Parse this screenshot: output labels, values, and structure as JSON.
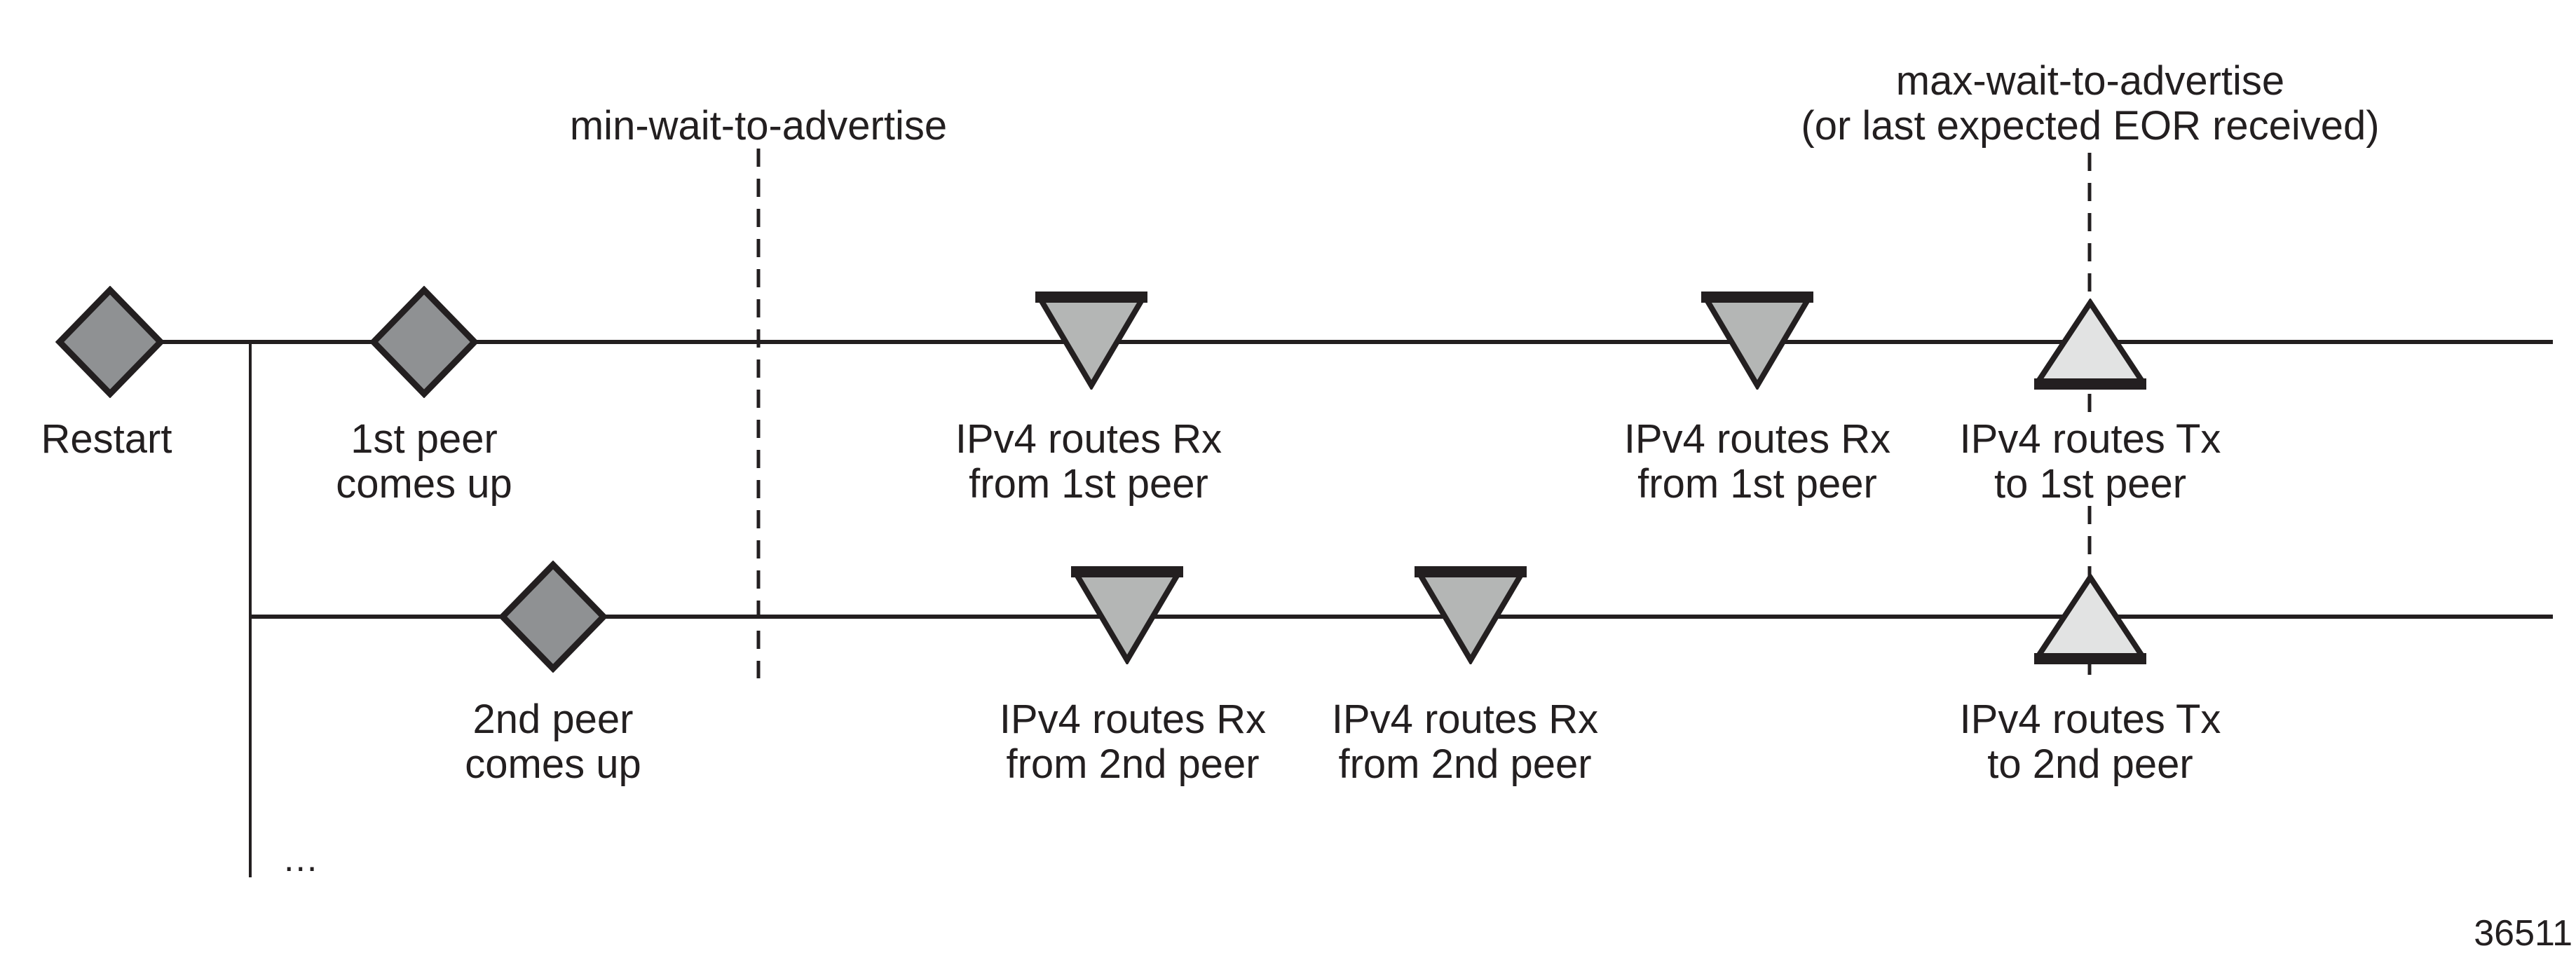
{
  "diagram": {
    "background": "#ffffff",
    "ink": "#231f20",
    "annotations": {
      "min_wait": "min-wait-to-advertise",
      "max_wait_line1": "max-wait-to-advertise",
      "max_wait_line2": "(or last expected EOR received)",
      "continuation_ellipsis": "...",
      "figure_number": "36511"
    },
    "markers": {
      "diamond_fill": "#8f9193",
      "triangle_down_fill": "#b4b6b5",
      "triangle_up_fill": "#e2e3e3",
      "outline": "#231f20"
    },
    "timeline1": {
      "name": "1st peer timeline",
      "events": [
        {
          "marker": "diamond",
          "label": [
            "Restart"
          ]
        },
        {
          "marker": "diamond",
          "label": [
            "1st peer",
            "comes up"
          ]
        },
        {
          "marker": "triangle-down",
          "label": [
            "IPv4 routes Rx",
            "from 1st peer"
          ]
        },
        {
          "marker": "triangle-down",
          "label": [
            "IPv4 routes Rx",
            "from 1st peer"
          ]
        },
        {
          "marker": "triangle-up",
          "label": [
            "IPv4 routes Tx",
            "to 1st peer"
          ]
        }
      ]
    },
    "timeline2": {
      "name": "2nd peer timeline",
      "events": [
        {
          "marker": "diamond",
          "label": [
            "2nd peer",
            "comes up"
          ]
        },
        {
          "marker": "triangle-down",
          "label": [
            "IPv4 routes Rx",
            "from 2nd peer"
          ]
        },
        {
          "marker": "triangle-down",
          "label": [
            "IPv4 routes Rx",
            "from 2nd peer"
          ]
        },
        {
          "marker": "triangle-up",
          "label": [
            "IPv4 routes Tx",
            "to 2nd peer"
          ]
        }
      ]
    }
  }
}
